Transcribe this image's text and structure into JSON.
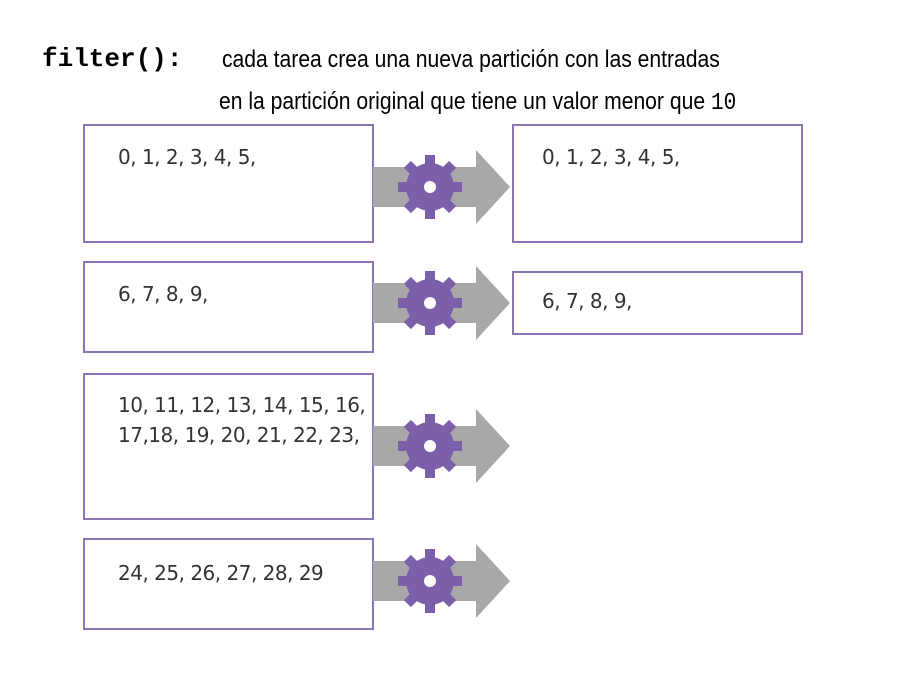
{
  "title": {
    "function": "filter():",
    "line1": "cada tarea crea una nueva partición con las entradas",
    "line2_prefix": "en la partición original que tiene un valor menor que ",
    "line2_value": "10"
  },
  "colors": {
    "box_border": "#8b75b3",
    "gear": "#7b5fa8",
    "arrow": "#a8a8a8"
  },
  "input_partitions": [
    {
      "text": "0, 1, 2, 3, 4, 5,"
    },
    {
      "text": "6, 7, 8, 9,"
    },
    {
      "text": "10, 11, 12, 13, 14, 15, 16,\n17,18, 19, 20, 21, 22, 23,"
    },
    {
      "text": "24, 25, 26, 27, 28, 29"
    }
  ],
  "output_partitions": [
    {
      "text": "0, 1, 2, 3, 4, 5,"
    },
    {
      "text": "6, 7, 8, 9,"
    }
  ],
  "icons": {
    "task": "gear-icon",
    "flow": "arrow-right-icon"
  }
}
